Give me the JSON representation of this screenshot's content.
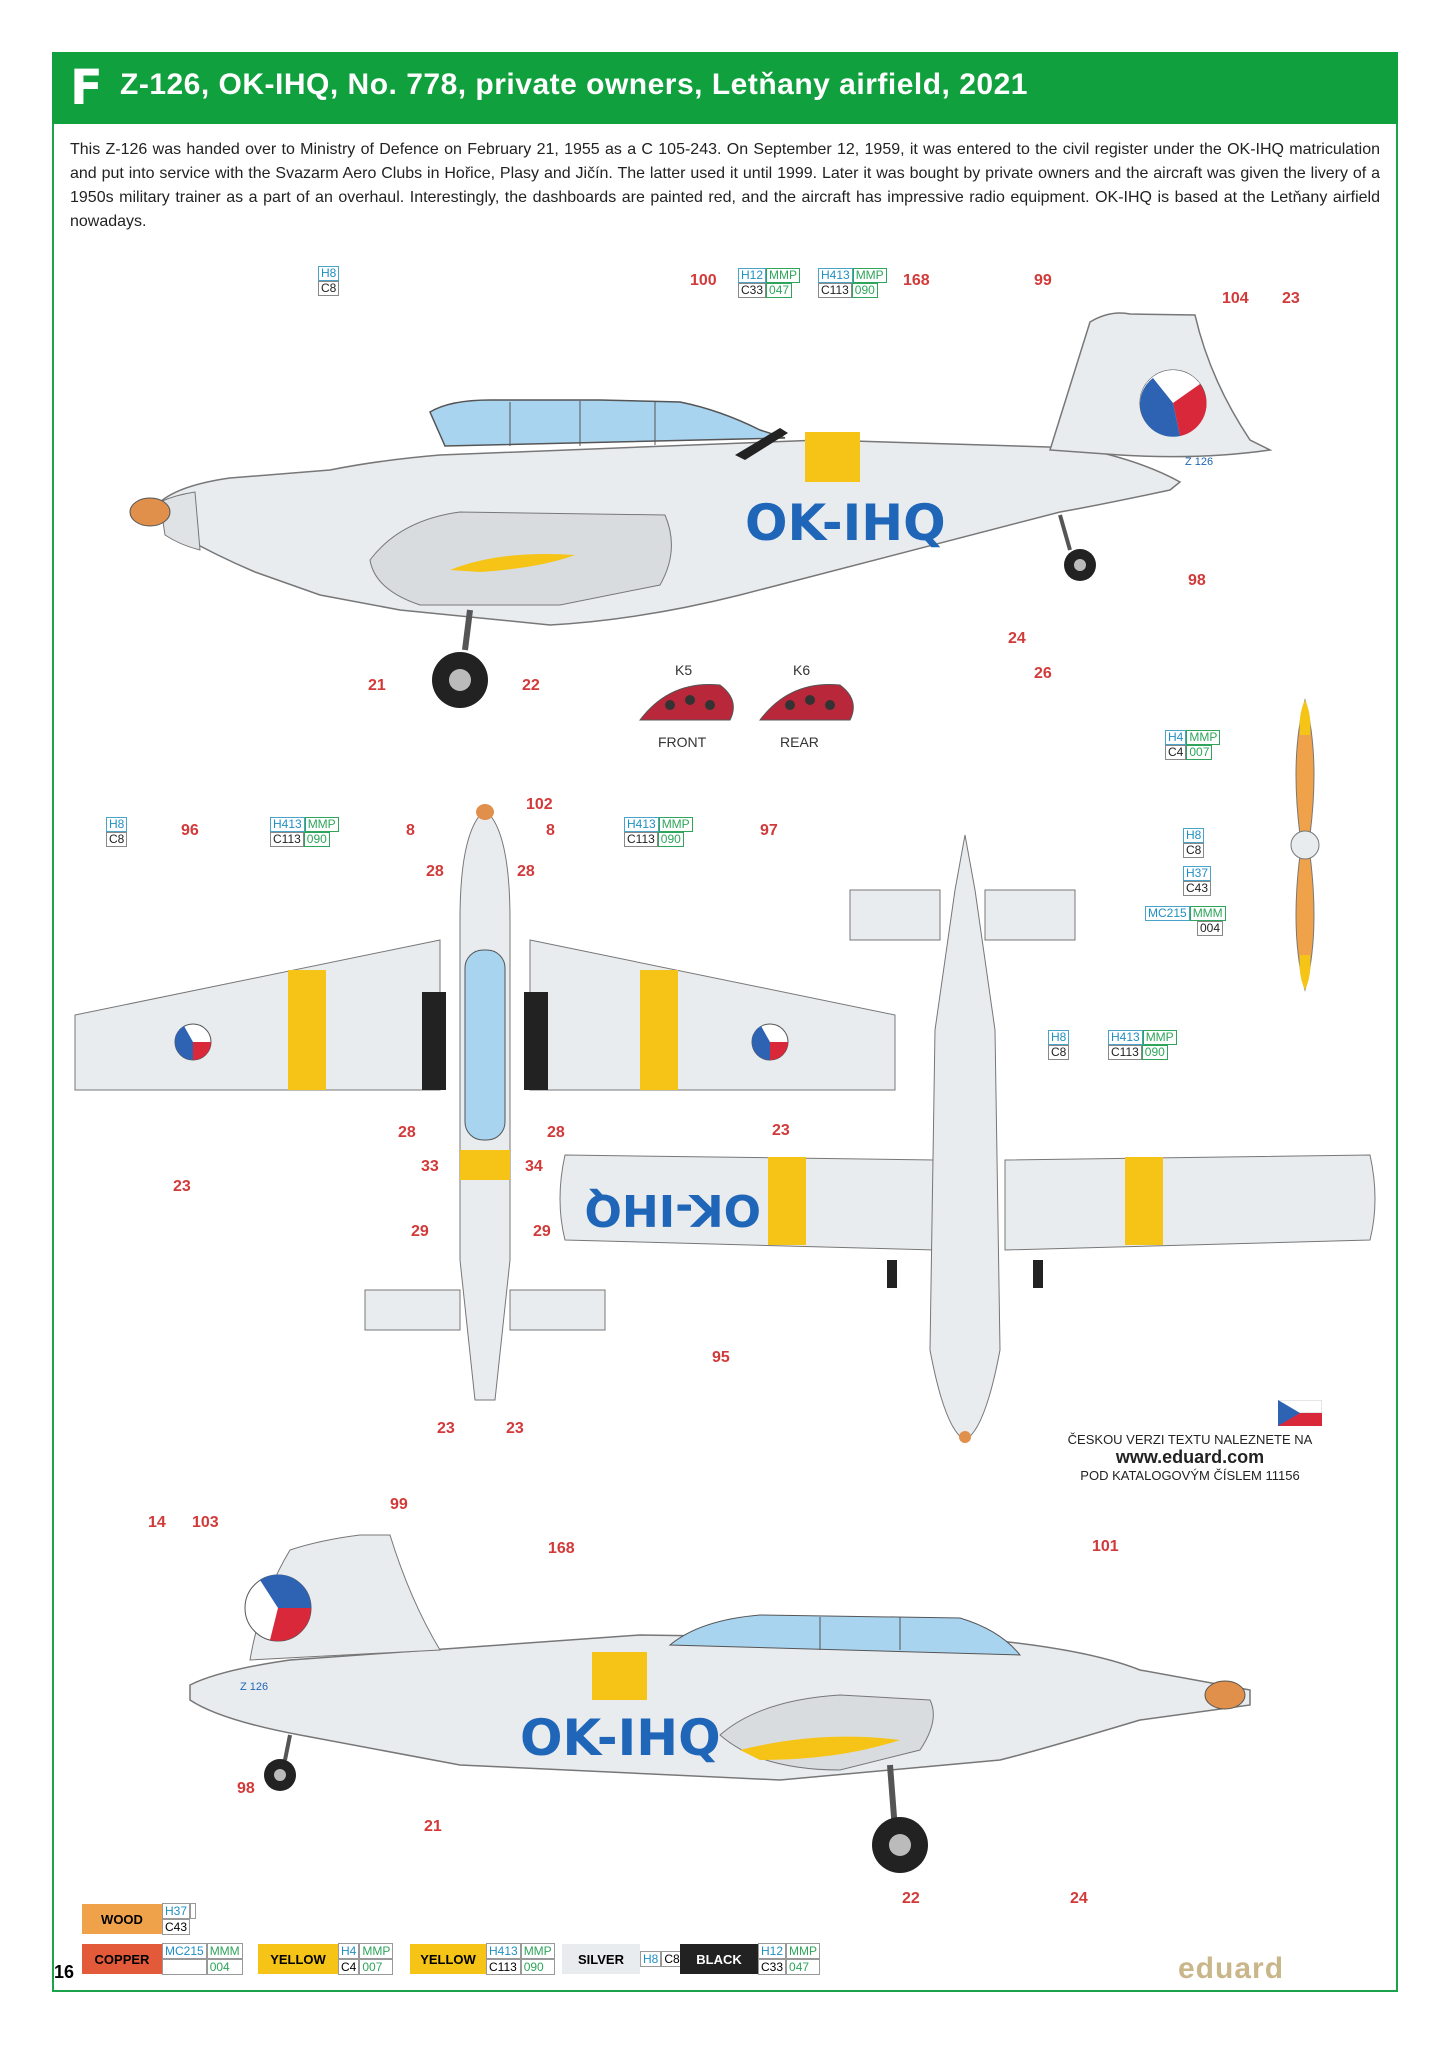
{
  "header": {
    "letter": "F",
    "title": "Z-126, OK-IHQ, No. 778, private owners, Letňany airfield, 2021"
  },
  "description": "This Z-126 was handed over to Ministry of Defence on February 21, 1955 as a C 105-243. On September 12, 1959, it was entered to the civil register under the OK-IHQ matriculation and put into service with the Svazarm Aero Clubs in Hořice, Plasy and Jičín. The latter used it until 1999. Later it was bought by private owners and the aircraft was given the livery of a 1950s military trainer as a part of an overhaul. Interestingly, the dashboards are painted red, and the aircraft has impressive radio equipment. OK-IHQ is based at the Letňany airfield nowadays.",
  "registration": "OK-IHQ",
  "tail_text": "Z 126",
  "colors": {
    "header_green": "#11a03e",
    "fuselage": "#e9ecef",
    "canopy": "#a9d4f0",
    "yellow": "#f5c417",
    "reg_blue": "#1f66b8",
    "callout_red": "#d23a3a",
    "copper": "#e35a3a",
    "wood": "#f0a24a",
    "roundel_blue": "#2e63b3",
    "roundel_red": "#d8283a"
  },
  "codes": {
    "h8c8": [
      "H8",
      "C8"
    ],
    "h12": [
      "H12",
      "MMP",
      "C33",
      "047"
    ],
    "h413": [
      "H413",
      "MMP",
      "C113",
      "090"
    ],
    "h4": [
      "H4",
      "MMP",
      "C4",
      "007"
    ],
    "h37": [
      "H37",
      "C43"
    ],
    "mc215": [
      "MC215",
      "MMM",
      "004"
    ]
  },
  "callouts_side1": [
    "100",
    "168",
    "99",
    "104",
    "23",
    "98",
    "24",
    "26",
    "21",
    "22"
  ],
  "callouts_top": [
    "96",
    "8",
    "102",
    "8",
    "97",
    "28",
    "28",
    "28",
    "28",
    "33",
    "34",
    "23",
    "23",
    "29",
    "29",
    "23",
    "23"
  ],
  "callouts_bottom": [
    "95"
  ],
  "callouts_side2": [
    "14",
    "103",
    "99",
    "168",
    "101",
    "98",
    "21",
    "22",
    "24"
  ],
  "dashboards": {
    "front_code": "K5",
    "rear_code": "K6",
    "front_label": "FRONT",
    "rear_label": "REAR"
  },
  "cz_note": {
    "line1": "ČESKOU VERZI TEXTU NALEZNETE NA",
    "url": "www.eduard.com",
    "line3": "POD KATALOGOVÝM ČÍSLEM 11156"
  },
  "legend": [
    {
      "name": "WOOD",
      "codes": [
        "H37",
        "C43"
      ]
    },
    {
      "name": "COPPER",
      "codes": [
        "MC215",
        "MMM",
        "004"
      ]
    },
    {
      "name": "YELLOW",
      "codes": [
        "H4",
        "MMP",
        "C4",
        "007"
      ]
    },
    {
      "name": "YELLOW",
      "codes": [
        "H413",
        "MMP",
        "C113",
        "090"
      ]
    },
    {
      "name": "SILVER",
      "codes": [
        "H8",
        "C8"
      ]
    },
    {
      "name": "BLACK",
      "codes": [
        "H12",
        "MMP",
        "C33",
        "047"
      ]
    }
  ],
  "page_number": "16",
  "logo": "eduard"
}
